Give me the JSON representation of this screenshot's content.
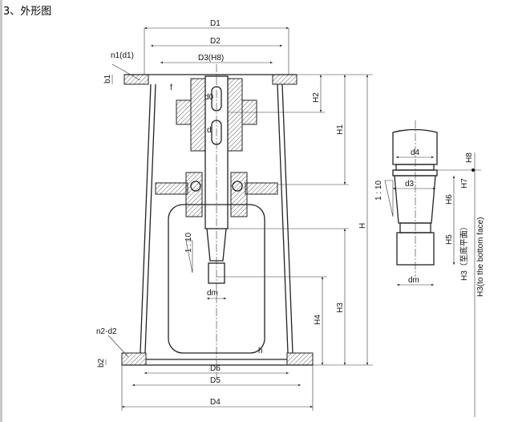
{
  "title": "3、外形图",
  "labels": {
    "D1": "D1",
    "D2": "D2",
    "D3": "D3(H8)",
    "n1": "n1(d1)",
    "b1": "b1",
    "f": "f",
    "d0": "d0",
    "d": "d",
    "H2": "H2",
    "H1": "H1",
    "H": "H",
    "taper1": "1 : 10",
    "taper2": "1 : 10",
    "dm": "dm",
    "H3": "H3",
    "H4": "H4",
    "h": "h",
    "n2": "n2-d2",
    "b2": "b2",
    "D6": "D6",
    "D5": "D5",
    "D4": "D4"
  },
  "detail": {
    "d4": "d4",
    "H8": "H8",
    "d3": "d3",
    "H7": "H7",
    "H6": "H6",
    "H5": "H5",
    "dm": "dm",
    "H3_cn": "H3（至底平面）",
    "H3_en": "H3(to the bottom face)"
  }
}
